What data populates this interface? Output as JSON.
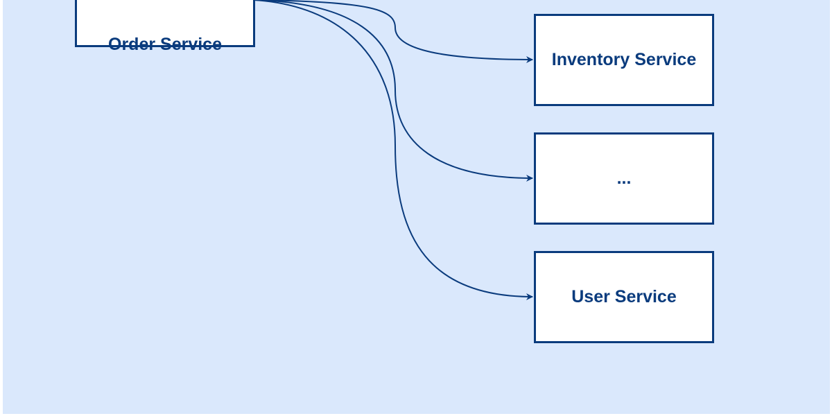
{
  "diagram": {
    "source": {
      "label": "Order Service"
    },
    "targets": [
      {
        "label": "Inventory Service"
      },
      {
        "label": "..."
      },
      {
        "label": "User Service"
      }
    ],
    "colors": {
      "background": "#dae8fc",
      "stroke": "#0a3b7d",
      "box_fill": "#ffffff"
    }
  }
}
